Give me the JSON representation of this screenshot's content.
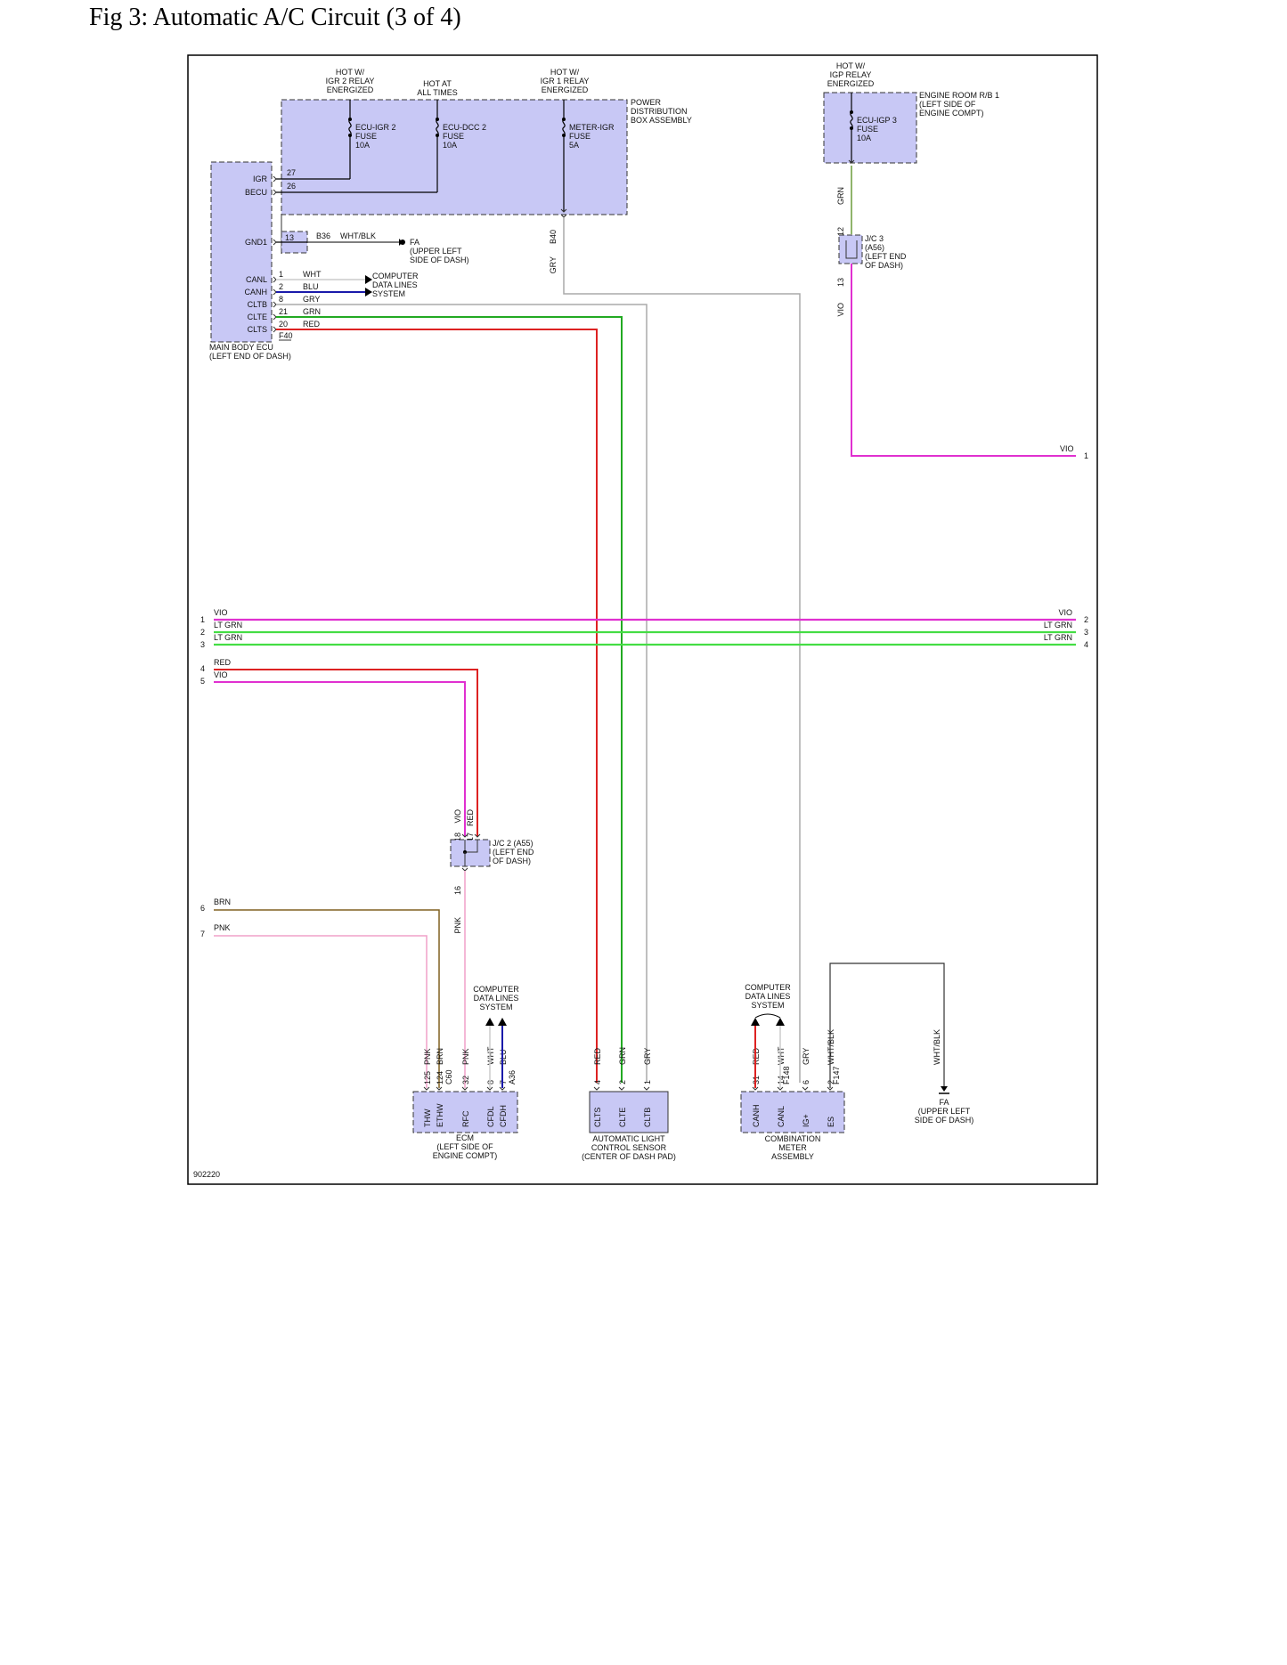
{
  "title": "Fig 3: Automatic A/C Circuit (3 of 4)",
  "figure_id": "902220",
  "colors": {
    "box_fill": "#c8c8f5",
    "vio": "#e030d0",
    "lt_grn": "#44dd44",
    "grn": "#22aa22",
    "red": "#dd2222",
    "blu": "#1a1aaa",
    "gry": "#aaaaaa",
    "brn": "#806020",
    "pnk": "#f0a0c8",
    "wht": "#cccccc",
    "blk": "#333333",
    "grn_dark": "#6a9a3a"
  },
  "top_labels": {
    "igr2": [
      "HOT W/",
      "IGR 2 RELAY",
      "ENERGIZED"
    ],
    "always": [
      "HOT AT",
      "ALL TIMES"
    ],
    "igr1": [
      "HOT W/",
      "IGR 1 RELAY",
      "ENERGIZED"
    ],
    "igp": [
      "HOT W/",
      "IGP RELAY",
      "ENERGIZED"
    ]
  },
  "power_distribution": [
    "POWER",
    "DISTRIBUTION",
    "BOX ASSEMBLY"
  ],
  "engine_room": [
    "ENGINE ROOM R/B 1",
    "(LEFT SIDE OF",
    "ENGINE COMPT)"
  ],
  "fuses": {
    "igr2": [
      "ECU-IGR 2",
      "FUSE",
      "10A"
    ],
    "dcc2": [
      "ECU-DCC 2",
      "FUSE",
      "10A"
    ],
    "meter": [
      "METER-IGR",
      "FUSE",
      "5A"
    ],
    "igp3": [
      "ECU-IGP 3",
      "FUSE",
      "10A"
    ]
  },
  "main_body_ecu": {
    "name": [
      "MAIN BODY ECU",
      "(LEFT END OF DASH)"
    ],
    "pins": [
      "IGR",
      "BECU",
      "GND1",
      "CANL",
      "CANH",
      "CLTB",
      "CLTE",
      "CLTS"
    ],
    "pin_numbers": [
      "27",
      "26",
      "13",
      "1",
      "2",
      "8",
      "21",
      "20"
    ],
    "connector": "F40",
    "b36": "B36",
    "gnd_wire": "WHT/BLK",
    "wire_colors": [
      "WHT",
      "BLU",
      "GRY",
      "GRN",
      "RED"
    ]
  },
  "fa_ground_1": [
    "FA",
    "(UPPER LEFT",
    "SIDE OF DASH)"
  ],
  "computer_data_lines": [
    "COMPUTER",
    "DATA LINES",
    "SYSTEM"
  ],
  "b40": "B40",
  "gry": "GRY",
  "grn": "GRN",
  "jc3": {
    "label": [
      "J/C 3",
      "(A56)",
      "(LEFT END",
      "OF DASH)"
    ],
    "pin_top": "12",
    "pin_bottom": "13"
  },
  "vio": "VIO",
  "bus_numbers": [
    "1",
    "2",
    "3",
    "4",
    "5",
    "6",
    "7"
  ],
  "bus_left_labels": [
    "VIO",
    "LT GRN",
    "LT GRN",
    "RED",
    "VIO",
    "BRN",
    "PNK"
  ],
  "bus_right_labels": [
    "VIO",
    "LT GRN",
    "LT GRN"
  ],
  "right_numbers": [
    "1",
    "2",
    "3",
    "4"
  ],
  "jc2": {
    "label": [
      "J/C 2 (A55)",
      "(LEFT END",
      "OF DASH)"
    ],
    "pins": [
      "18",
      "17",
      "16"
    ],
    "wires": [
      "VIO",
      "RED",
      "PNK"
    ]
  },
  "ecm": {
    "name": [
      "ECM",
      "(LEFT SIDE OF",
      "ENGINE COMPT)"
    ],
    "pins": [
      "THW",
      "ETHW",
      "RFC",
      "CFDL",
      "CFDH"
    ],
    "pin_numbers": [
      "125",
      "124",
      "32",
      "8",
      "7"
    ],
    "wires": [
      "PNK",
      "BRN",
      "PNK",
      "WHT",
      "BLU"
    ],
    "connectors": [
      "C60",
      "A36"
    ]
  },
  "light_sensor": {
    "name": [
      "AUTOMATIC LIGHT",
      "CONTROL SENSOR",
      "(CENTER OF DASH PAD)"
    ],
    "pins": [
      "CLTS",
      "CLTE",
      "CLTB"
    ],
    "pin_numbers": [
      "4",
      "2",
      "1"
    ],
    "wires": [
      "RED",
      "GRN",
      "GRY"
    ]
  },
  "combo_meter": {
    "name": [
      "COMBINATION",
      "METER",
      "ASSEMBLY"
    ],
    "pins": [
      "CANH",
      "CANL",
      "IG+",
      "ES"
    ],
    "pin_numbers": [
      "31",
      "14",
      "6",
      "2"
    ],
    "wires": [
      "RED",
      "WHT",
      "GRY",
      "WHT/BLK"
    ],
    "connectors": [
      "F148",
      "F147"
    ]
  },
  "fa_ground_2": [
    "FA",
    "(UPPER LEFT",
    "SIDE OF DASH)"
  ],
  "wht_blk": "WHT/BLK"
}
